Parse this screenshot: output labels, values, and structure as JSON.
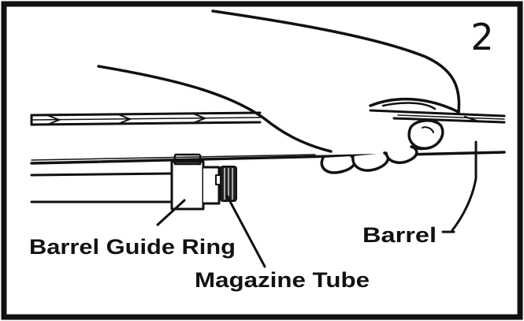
{
  "step_number": "2",
  "labels": {
    "barrel_guide_ring": "Barrel Guide Ring",
    "magazine_tube": "Magazine Tube",
    "barrel": "Barrel"
  },
  "colors": {
    "ink": "#111111",
    "paper": "#ffffff",
    "rib_fill": "#d9d9d9"
  }
}
